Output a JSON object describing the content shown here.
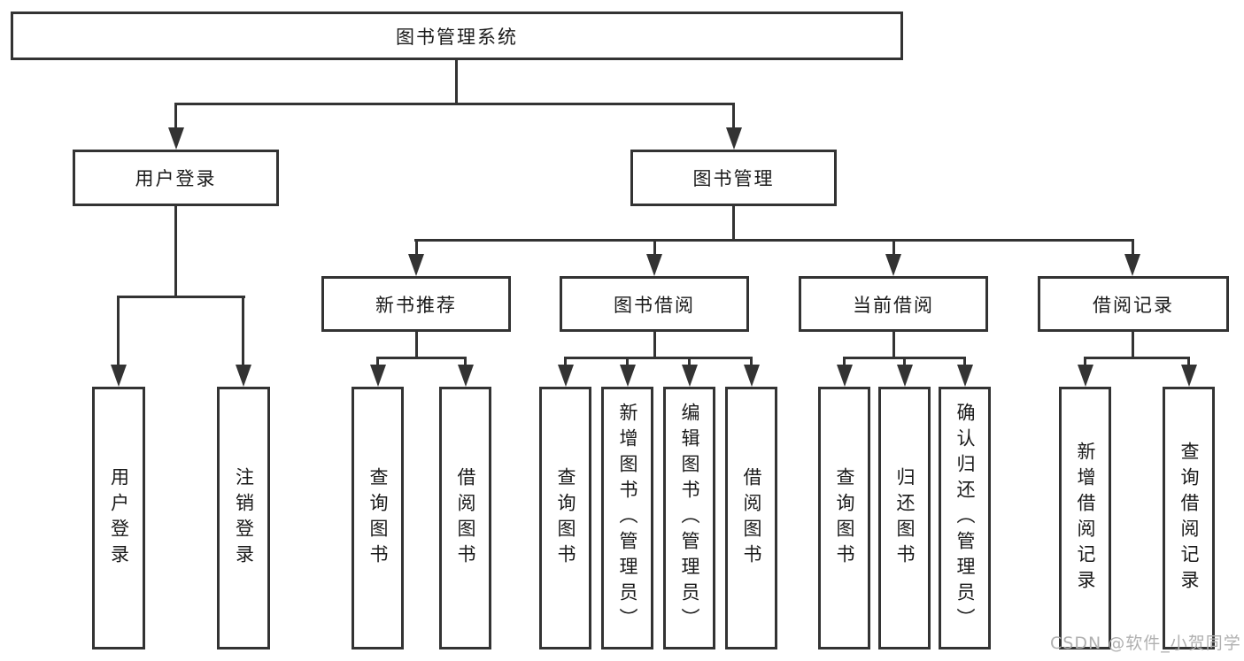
{
  "diagram": {
    "line_color": "#333333",
    "text_color": "#1a1a1a",
    "background": "#ffffff",
    "root": {
      "label": "图书管理系统"
    },
    "level2": [
      {
        "label": "用户登录"
      },
      {
        "label": "图书管理"
      }
    ],
    "level3": [
      {
        "label": "新书推荐"
      },
      {
        "label": "图书借阅"
      },
      {
        "label": "当前借阅"
      },
      {
        "label": "借阅记录"
      }
    ],
    "leaves": [
      {
        "label": "用户登录"
      },
      {
        "label": "注销登录"
      },
      {
        "label": "查询图书"
      },
      {
        "label": "借阅图书"
      },
      {
        "label": "查询图书"
      },
      {
        "label": "新增图书（管理员）"
      },
      {
        "label": "编辑图书（管理员）"
      },
      {
        "label": "借阅图书"
      },
      {
        "label": "查询图书"
      },
      {
        "label": "归还图书"
      },
      {
        "label": "确认归还（管理员）"
      },
      {
        "label": "新增借阅记录"
      },
      {
        "label": "查询借阅记录"
      }
    ]
  },
  "watermark": {
    "text": "CSDN @软件_小贺同学",
    "color": "#b0b0b0"
  }
}
